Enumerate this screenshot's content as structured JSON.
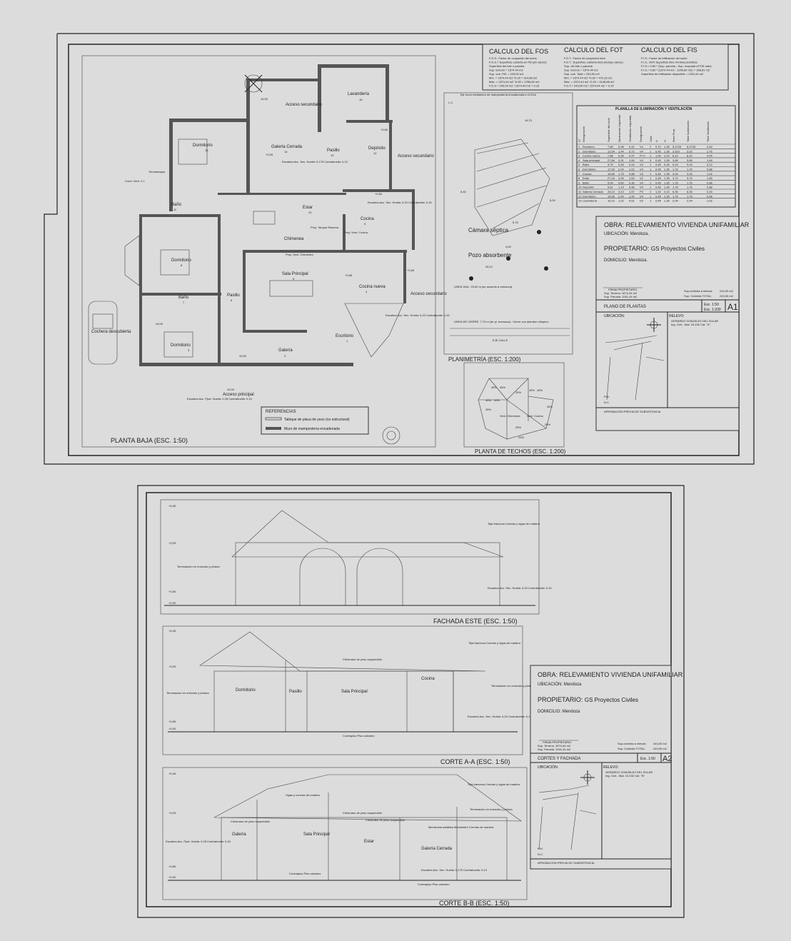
{
  "sheet1": {
    "fos": {
      "title": "CALCULO DEL FOS",
      "lines": [
        "F.O.S.: Factor de ocupación del suelo",
        "F.O.S.= Superficie cubierta en PB (sin aleros)",
        "Superficie del lote o parcela",
        "Sup. terreno = 1574,44 m2",
        "Sup. cub. P.B. = 243,00 m2",
        "Mín. = 1574,44 m2 *0,20 = 314,88 m2",
        "Máx. = 1574,44 m2 *0,80 = 1259,80 m2",
        "F.O.S.= 243,00 m2 / 1574,44 m2 = 0,15"
      ]
    },
    "fot": {
      "title": "CALCULO DEL FOT",
      "lines": [
        "F.O.T.: Factor de ocupación total",
        "F.O.T.: Superficie cubierta total (incluye aleros)",
        "Sup. del lote o parcela",
        "Sup. terreno = 1574,44 m2",
        "Sup. cub. Total = 243,00 m2",
        "Mín. = 1574,44 m2 *0,30 = 472,33 m2",
        "Máx. = 1574,44 m2 *2,00 = 3148,88 m2",
        "F.O.T.= 243,00 m2 / 1574,44 m2 = 0,15"
      ]
    },
    "fis": {
      "title": "CALCULO DEL FIS",
      "lines": [
        "F.I.S.: Factor de infiltración del suelo",
        "F.I.S.: 60% Superficie libre mínima permitida",
        "F.I.S.= 0,60 * (Sup. parcela - Sup. ocupada c/FOS máx)",
        "F.I.S.= 0,60 * (1574,44 m2 - 1259,80 m2) = 188,81 m2",
        "Superficie de infiltración disponible = 1331,44 m2"
      ]
    },
    "planta_baja": {
      "title": "PLANTA BAJA (ESC. 1:50)",
      "rooms": [
        "Dormitorio",
        "15",
        "Galería Cerrada",
        "14",
        "Pasillo",
        "13",
        "Lavandería",
        "16",
        "Depósito",
        "12",
        "Acceso secundario",
        "Estar",
        "10",
        "Baño",
        "11",
        "Cocina",
        "9",
        "Dormitorio",
        "8",
        "Chimenea",
        "Sala Principal",
        "5",
        "Pasillo",
        "6",
        "Baño",
        "7",
        "Dormitorio",
        "3",
        "Cocina nueva",
        "4",
        "Escritorio",
        "1",
        "Galería",
        "2",
        "Cochera descubierta",
        "Acceso principal",
        "Acceso secundario",
        "Acceso secundario"
      ],
      "notes": [
        "Escalera Acc. Sec. Huella: 0,175 Contrahuella: 0,13",
        "Escalera Acc. Sec. Huella: 0,20 Contrahuella: 0,15",
        "Escalera Acc. Sec. Huella: 0,20 Contrahuella: 0,15",
        "Escalera Acc. Ppal. Huella: 0,28 Contrahuella: 0,15",
        "Proy. Tanque Reserva",
        "Proy. Vent. Cocina",
        "Proy. Vent. Chimenea",
        "Termotanque",
        "Cond. Vent. C.I."
      ],
      "levels": [
        "±0,00",
        "+0,05",
        "+0,60",
        "+0,65",
        "±0,00",
        "+0,60",
        "±0,00",
        "+0,65",
        "±0,00"
      ],
      "references": {
        "title": "REFERENCIAS",
        "items": [
          "Tabique de placa de yeso (no estructural)",
          "Muro de mampostería encadenada"
        ]
      }
    },
    "planimetria": {
      "title": "PLANIMETRÍA (ESC. 1:200)",
      "labels": [
        "Eje muro medianero de mampostería encadenada e=0,20m",
        "Cámara séptica",
        "Pozo absorbente",
        "LÍNEA VIAL: 15,00 m (se acuerdo a mensura)",
        "LÍNEA DE CIERRE: 7,70 m (de pl. mensura) - Cierre con alambre olímpico",
        "EJE CALLE",
        "L.C.",
        "16,70",
        "5,40",
        "5,00",
        "5,76",
        "4,00",
        "26,12"
      ]
    },
    "techos": {
      "title": "PLANTA DE TECHOS (ESC. 1:200)",
      "labels": [
        "45%",
        "45%",
        "25%",
        "45%",
        "45%",
        "45%",
        "45%",
        "45%",
        "45%",
        "Vent. Chimenea",
        "Vent. Cocina",
        "25%",
        "25%",
        "25%"
      ]
    },
    "illumination_table": {
      "title": "PLANILLA DE ILUMINACIÓN Y VENTILACIÓN",
      "headers": [
        "N°",
        "Designación",
        "Superficie del local",
        "Iluminación requerida",
        "Ventilación requerida",
        "Designación",
        "Cant.",
        "A",
        "H",
        "Área Prop.",
        "Total Iluminación",
        "Total Ventilación"
      ],
      "rows": [
        [
          "1",
          "Escritorio",
          "7,80",
          "0,98",
          "0,42",
          "V4",
          "2",
          "0,70",
          "1,35",
          "5,2725",
          "5,2725",
          "2,64"
        ],
        [
          "2",
          "Dormitorio",
          "12,04",
          "1,44",
          "0,72",
          "V4",
          "1",
          "0,45",
          "1,35",
          "3,510",
          "3,52",
          "1,76"
        ],
        [
          "3",
          "Cocina nueva",
          "7,88",
          "0,95",
          "0,47",
          "P+V",
          "1",
          "1,00",
          "2,10",
          "8,10",
          "8,10",
          "4,05"
        ],
        [
          "4",
          "Sala principal",
          "27,84",
          "3,31",
          "1,84",
          "V4",
          "3",
          "0,45",
          "1,35",
          "3,65",
          "3,85",
          "1,84"
        ],
        [
          "5",
          "Baño",
          "3,70",
          "0,45",
          "0,24",
          "V2",
          "1",
          "0,45",
          "0,45",
          "0,24",
          "0,24",
          "0,12"
        ],
        [
          "6",
          "Dormitorio",
          "17,00",
          "2,04",
          "1,02",
          "V4",
          "1",
          "0,45",
          "1,35",
          "1,76",
          "1,76",
          "0,88"
        ],
        [
          "7",
          "Cocina",
          "16,60",
          "1,75",
          "0,88",
          "V3",
          "1",
          "0,45",
          "1,35",
          "2,04",
          "2,04",
          "1,02"
        ],
        [
          "8",
          "Estar",
          "27,18",
          "3,26",
          "1,63",
          "V2",
          "1",
          "0,45",
          "1,35",
          "3,70",
          "3,70",
          "1,85"
        ],
        [
          "9",
          "Baño",
          "5,04",
          "0,60",
          "0,30",
          "V4",
          "1",
          "0,45",
          "1,35",
          "1,76",
          "1,76",
          "0,88"
        ],
        [
          "10",
          "Depósito",
          "9,61",
          "1,15",
          "0,58",
          "V4",
          "1",
          "0,45",
          "1,35",
          "1,76",
          "1,76",
          "0,88"
        ],
        [
          "11",
          "Galería Cerrada",
          "26,10",
          "3,13",
          "1,57",
          "PV",
          "1",
          "1,20",
          "2,10",
          "6,30",
          "6,30",
          "3,15"
        ],
        [
          "12",
          "Dormitorio",
          "16,65",
          "2,00",
          "1,00",
          "V4",
          "1",
          "0,45",
          "1,35",
          "1,76",
          "1,76",
          "0,88"
        ],
        [
          "13",
          "Lavandería",
          "10,12",
          "1,22",
          "0,61",
          "V3",
          "1",
          "0,45",
          "1,35",
          "2,04",
          "2,04",
          "1,02"
        ]
      ]
    },
    "title_block": {
      "obra_label": "OBRA:",
      "obra": "RELEVAMIENTO VIVIENDA UNIFAMILIAR",
      "ubicacion_label": "UBICACIÓN:",
      "ubicacion": "Mendoza.",
      "propietario_label": "PROPIETARIO:",
      "propietario": "GS Proyectos Civiles",
      "domicilio_label": "DOMICILIO:",
      "domicilio": "Mendoza.",
      "firma": "FIRMA PROPIETARIO",
      "sup_terreno": "Sup. Terreno: 1574,44 m2",
      "sup_parcela": "Sup. Parcela: 1001,44 m2",
      "sup_cubierta_relevar": "Sup.cubierta a relevar:",
      "sup_cubierta_relevar_val": "243,00 m2",
      "sup_cubierta_total": "Sup. Cubierta TOTAL:",
      "sup_cubierta_total_val": "243,00 m2",
      "sheet_name": "PLANO DE PLANTAS",
      "scale1": "Esc. 1:50",
      "scale2": "Esc. 1:200",
      "sheet_no": "A1",
      "ubicacion_box": "UBICACIÓN:",
      "relevo": "RELEVO:",
      "relevo_name": "GERARDO GONZÁLEZ DEL SOLAR",
      "relevo_mat": "Ing. Civil - Mat. 10.432 Cat. \"A\"",
      "pm": "P.M.",
      "nc": "N.C.",
      "aprobacion": "APROBACIÓN PREVIA DE SUBSISTENCIA"
    }
  },
  "sheet2": {
    "fachada": {
      "title": "FACHADA ESTE (ESC. 1:50)",
      "labels": [
        "Teja francesa Correas y vigas de madera",
        "Terminación en enlucido y pintura",
        "Escalera Acc. Sec. Huella: 0,20 Contrahuella: 0,15"
      ],
      "levels": [
        "+5,45",
        "+3,25",
        "+0,65",
        "+0,00"
      ]
    },
    "corte_aa": {
      "title": "CORTE A-A (ESC. 1:50)",
      "rooms": [
        "Dormitorio",
        "Pasillo",
        "Sala Principal",
        "Cocina"
      ],
      "labels": [
        "Teja francesa Correas y vigas de madera",
        "Cielorraso de yeso suspendido",
        "Terminación en enlucido y pintura",
        "Terminación en enlucido y pintura",
        "Escalera Acc. Sec. Huella: 0,20 Contrahuella: 0,15",
        "Contrapiso Piso calcáreo"
      ],
      "levels": [
        "+5,45",
        "+3,25",
        "+0,65",
        "+0,00"
      ]
    },
    "corte_bb": {
      "title": "CORTE B-B (ESC. 1:50)",
      "rooms": [
        "Galería",
        "Sala Principal",
        "Estar",
        "Galería Cerrada"
      ],
      "labels": [
        "Teja francesa Correas y vigas de madera",
        "Vigas y correas de madera",
        "Cielorraso de yeso suspendido",
        "Cielorraso de yeso suspendido",
        "Cielorraso de yeso suspendido",
        "Terminación en enlucido y pintura",
        "Membrana asfáltica Machimbre Correas de madera",
        "Escalera Acc. Ppal. Huella: 0,28 Contrahuella: 0,15",
        "Escalera Acc. Sec. Huella: 0,175 Contrahuella: 0,13",
        "Contrapiso Piso calcáreo",
        "Contrapiso Piso calcáreo"
      ],
      "levels": [
        "+5,45",
        "+3,25",
        "+0,65",
        "+0,00"
      ]
    },
    "title_block": {
      "obra_label": "OBRA:",
      "obra": "RELEVAMIENTO VIVIENDA UNIFAMILIAR",
      "ubicacion_label": "UBICACIÓN:",
      "ubicacion": "Mendoza",
      "propietario_label": "PROPIETARIO:",
      "propietario": "GS Proyectos Civiles",
      "domicilio_label": "DOMICILIO:",
      "domicilio": "Mendoza",
      "firma": "FIRMA PROPIETARIO",
      "sup_terreno": "Sup. Terreno: 1574,44 m2",
      "sup_parcela": "Sup. Parcela: 1001,44 m2",
      "sup_cubierta_relevar": "Sup.cubierta a relevar:",
      "sup_cubierta_relevar_val": "243,00 m2",
      "sup_cubierta_total": "Sup. Cubierta TOTAL:",
      "sup_cubierta_total_val": "243,00 m2",
      "sheet_name": "CORTES Y FACHADA",
      "scale1": "Esc. 1:50",
      "sheet_no": "A2",
      "ubicacion_box": "UBICACIÓN:",
      "relevo": "RELEVO:",
      "relevo_name": "GERARDO GONZÁLEZ DEL SOLAR",
      "relevo_mat": "Ing. Civil - Mat. 10.432 Cat. \"B\"",
      "pm": "P.M.",
      "nc": "N.C.",
      "aprobacion": "APROBACIÓN PREVIA DE SUBSISTENCIA"
    }
  }
}
